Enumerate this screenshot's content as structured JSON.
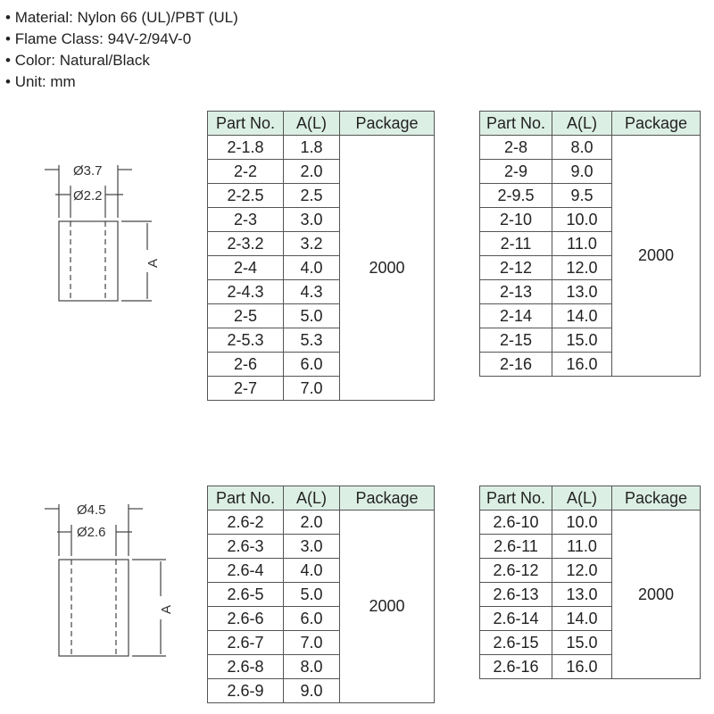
{
  "specs": [
    "Material: Nylon 66 (UL)/PBT (UL)",
    "Flame Class: 94V-2/94V-0",
    "Color: Natural/Black",
    "Unit: mm"
  ],
  "headers": {
    "part": "Part No.",
    "a": "A(L)",
    "pkg": "Package"
  },
  "drawings": [
    {
      "outer": "Ø3.7",
      "inner": "Ø2.2",
      "length": "A"
    },
    {
      "outer": "Ø4.5",
      "inner": "Ø2.6",
      "length": "A"
    }
  ],
  "tables": [
    {
      "package": "2000",
      "rows": [
        [
          "2-1.8",
          "1.8"
        ],
        [
          "2-2",
          "2.0"
        ],
        [
          "2-2.5",
          "2.5"
        ],
        [
          "2-3",
          "3.0"
        ],
        [
          "2-3.2",
          "3.2"
        ],
        [
          "2-4",
          "4.0"
        ],
        [
          "2-4.3",
          "4.3"
        ],
        [
          "2-5",
          "5.0"
        ],
        [
          "2-5.3",
          "5.3"
        ],
        [
          "2-6",
          "6.0"
        ],
        [
          "2-7",
          "7.0"
        ]
      ]
    },
    {
      "package": "2000",
      "rows": [
        [
          "2-8",
          "8.0"
        ],
        [
          "2-9",
          "9.0"
        ],
        [
          "2-9.5",
          "9.5"
        ],
        [
          "2-10",
          "10.0"
        ],
        [
          "2-11",
          "11.0"
        ],
        [
          "2-12",
          "12.0"
        ],
        [
          "2-13",
          "13.0"
        ],
        [
          "2-14",
          "14.0"
        ],
        [
          "2-15",
          "15.0"
        ],
        [
          "2-16",
          "16.0"
        ]
      ]
    },
    {
      "package": "2000",
      "rows": [
        [
          "2.6-2",
          "2.0"
        ],
        [
          "2.6-3",
          "3.0"
        ],
        [
          "2.6-4",
          "4.0"
        ],
        [
          "2.6-5",
          "5.0"
        ],
        [
          "2.6-6",
          "6.0"
        ],
        [
          "2.6-7",
          "7.0"
        ],
        [
          "2.6-8",
          "8.0"
        ],
        [
          "2.6-9",
          "9.0"
        ]
      ]
    },
    {
      "package": "2000",
      "rows": [
        [
          "2.6-10",
          "10.0"
        ],
        [
          "2.6-11",
          "11.0"
        ],
        [
          "2.6-12",
          "12.0"
        ],
        [
          "2.6-13",
          "13.0"
        ],
        [
          "2.6-14",
          "14.0"
        ],
        [
          "2.6-15",
          "15.0"
        ],
        [
          "2.6-16",
          "16.0"
        ]
      ]
    }
  ]
}
